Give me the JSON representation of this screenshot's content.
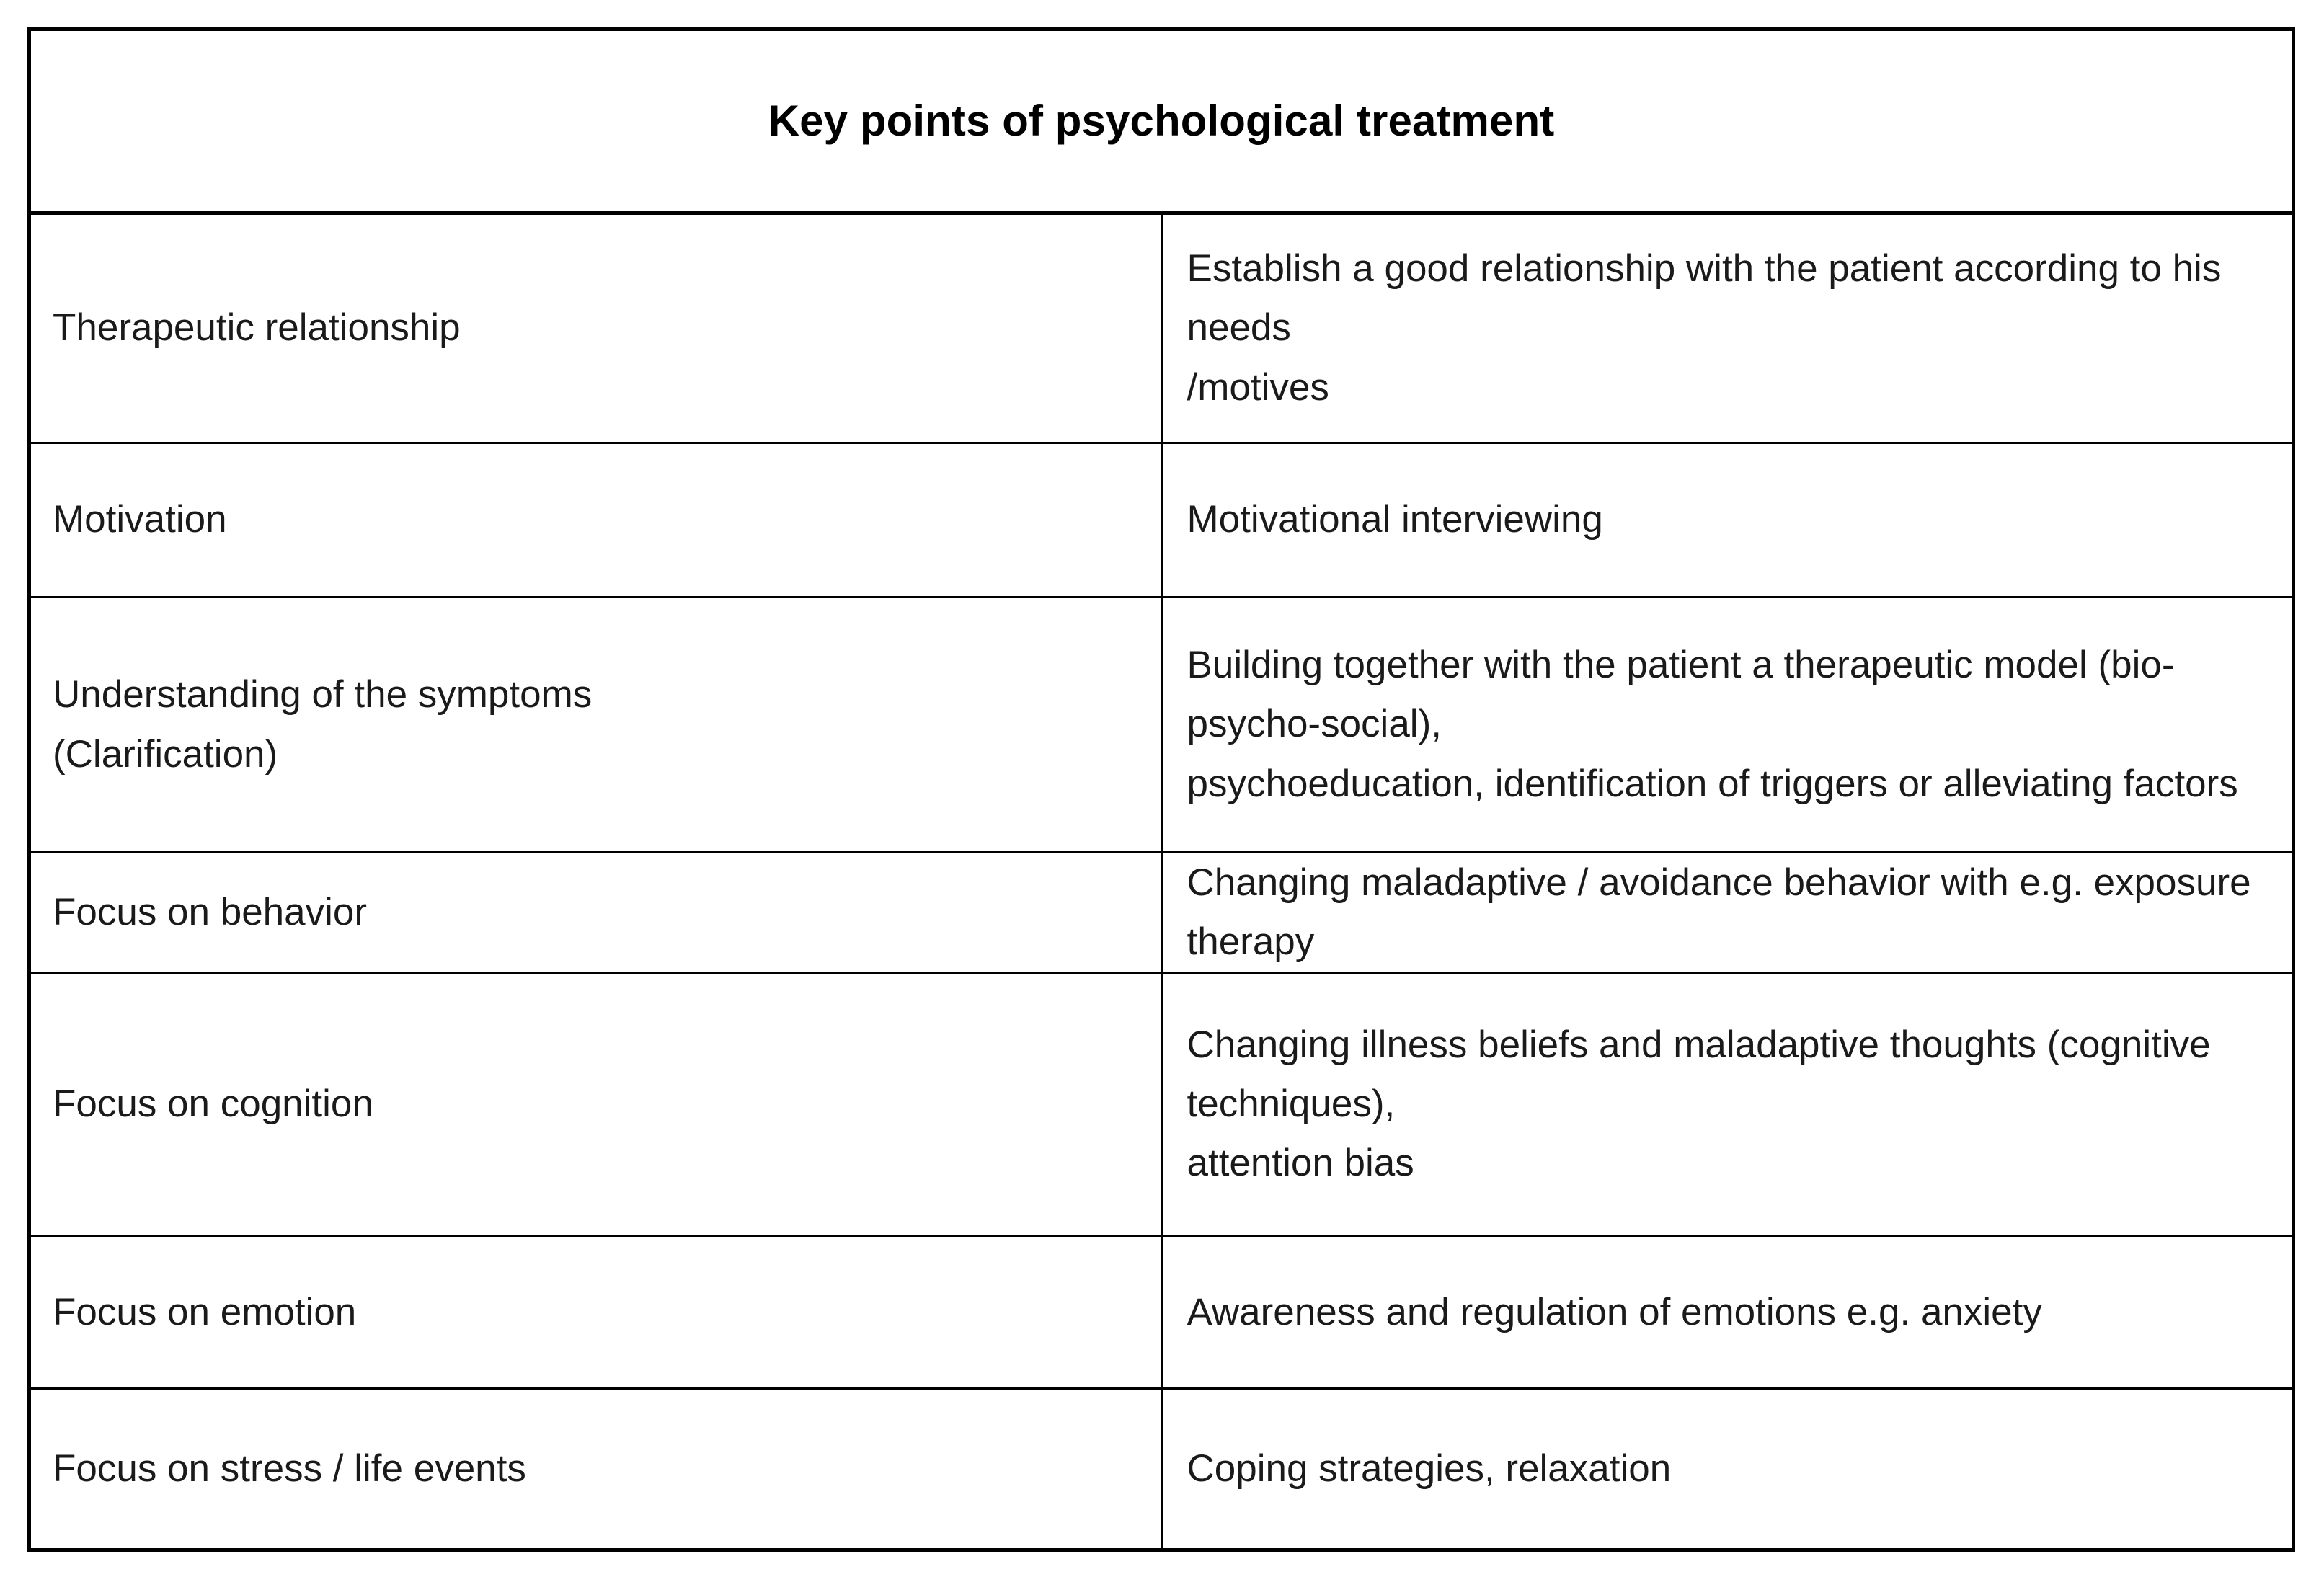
{
  "table": {
    "title": "Key points of psychological treatment",
    "rows": [
      {
        "term": "Therapeutic relationship",
        "description": "Establish a good relationship with the patient according to his needs\n/motives"
      },
      {
        "term": "Motivation",
        "description": "Motivational interviewing"
      },
      {
        "term": "Understanding of the symptoms\n(Clarification)",
        "description": "Building together with the patient a therapeutic model (bio-psycho-social),\npsychoeducation, identification of triggers or alleviating factors"
      },
      {
        "term": "Focus on behavior",
        "description": "Changing maladaptive / avoidance behavior with e.g. exposure therapy"
      },
      {
        "term": "Focus on cognition",
        "description": "Changing illness beliefs and maladaptive thoughts (cognitive techniques),\nattention bias"
      },
      {
        "term": "Focus on emotion",
        "description": "Awareness and regulation of emotions e.g. anxiety"
      },
      {
        "term": "Focus on stress / life events",
        "description": "Coping strategies, relaxation"
      }
    ]
  },
  "colors": {
    "border": "#000000",
    "text": "#1a1a1a",
    "title_text": "#000000",
    "background": "#ffffff"
  }
}
